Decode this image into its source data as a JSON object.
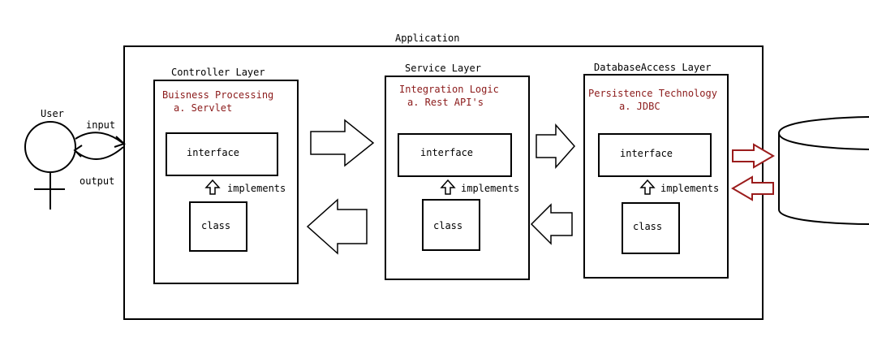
{
  "application": {
    "label": "Application"
  },
  "user": {
    "label": "User",
    "input_label": "input",
    "output_label": "output"
  },
  "layers": [
    {
      "title": "Controller Layer",
      "desc_line1": "Buisness Processing",
      "desc_line2": "a. Servlet",
      "interface_label": "interface",
      "implements_label": "implements",
      "class_label": "class"
    },
    {
      "title": "Service Layer",
      "desc_line1": "Integration Logic",
      "desc_line2": "a. Rest API's",
      "interface_label": "interface",
      "implements_label": "implements",
      "class_label": "class"
    },
    {
      "title": "DatabaseAccess Layer",
      "desc_line1": "Persistence Technology",
      "desc_line2": "a. JDBC",
      "interface_label": "interface",
      "implements_label": "implements",
      "class_label": "class"
    }
  ],
  "colors": {
    "description_text": "#8b1a1a",
    "db_arrows": "#9b1c1c",
    "lines": "#000000"
  }
}
